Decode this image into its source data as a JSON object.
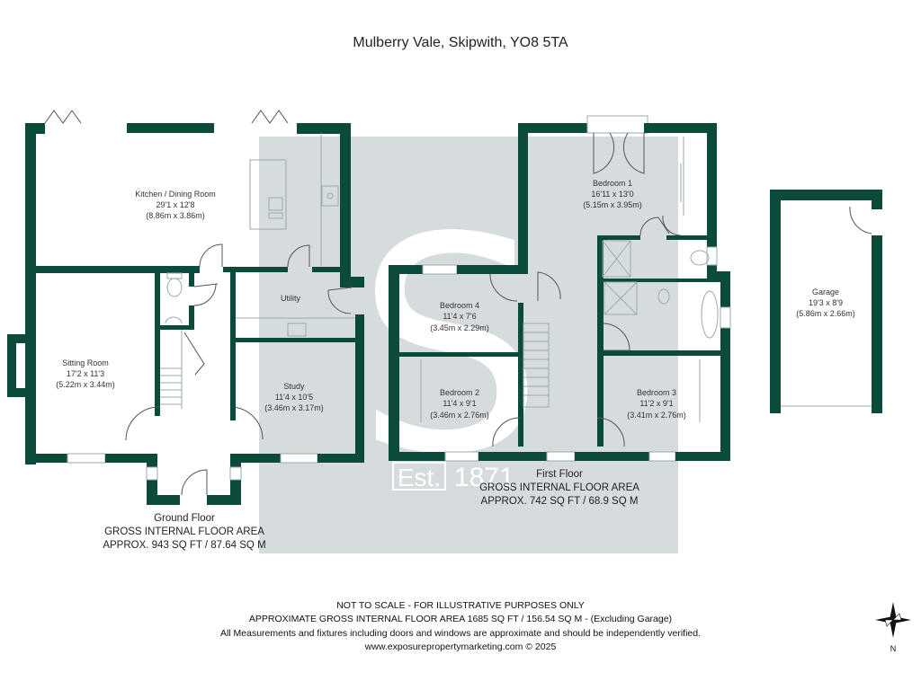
{
  "title": "Mulberry Vale, Skipwith, YO8 5TA",
  "colors": {
    "walls": "#0c4b3b",
    "watermark": "#d6dcdd"
  },
  "watermark": {
    "letter": "S",
    "est": "Est.",
    "year": "1871"
  },
  "ground_floor": {
    "name": "Ground Floor",
    "area_label": "GROSS INTERNAL FLOOR AREA",
    "area": "APPROX. 943 SQ FT / 87.64 SQ M",
    "rooms": [
      {
        "name": "Kitchen / Dining Room",
        "imperial": "29'1 x 12'8",
        "metric": "(8.86m x 3.86m)"
      },
      {
        "name": "Sitting Room",
        "imperial": "17'2 x 11'3",
        "metric": "(5.22m x 3.44m)"
      },
      {
        "name": "Utility"
      },
      {
        "name": "Study",
        "imperial": "11'4 x 10'5",
        "metric": "(3.46m x 3.17m)"
      }
    ]
  },
  "first_floor": {
    "name": "First Floor",
    "area_label": "GROSS INTERNAL FLOOR AREA",
    "area": "APPROX. 742 SQ FT / 68.9 SQ M",
    "rooms": [
      {
        "name": "Bedroom 1",
        "imperial": "16'11 x 13'0",
        "metric": "(5.15m x 3.95m)"
      },
      {
        "name": "Bedroom 4",
        "imperial": "11'4 x 7'6",
        "metric": "(3.45m x 2.29m)"
      },
      {
        "name": "Bedroom 2",
        "imperial": "11'4 x 9'1",
        "metric": "(3.46m x 2.76m)"
      },
      {
        "name": "Bedroom 3",
        "imperial": "11'2 x 9'1",
        "metric": "(3.41m x 2.76m)"
      }
    ]
  },
  "garage": {
    "name": "Garage",
    "imperial": "19'3 x 8'9",
    "metric": "(5.86m x 2.66m)"
  },
  "footer": {
    "line1": "NOT TO SCALE - FOR ILLUSTRATIVE PURPOSES ONLY",
    "line2": "APPROXIMATE GROSS INTERNAL FLOOR AREA 1685 SQ FT / 156.54 SQ M - (Excluding Garage)",
    "line3": "All Measurements and fixtures including doors and windows are approximate and should be independently verified.",
    "line4": "www.exposurepropertymarketing.com © 2025"
  },
  "compass": {
    "icon": "compass-rose-icon",
    "label": "N"
  }
}
